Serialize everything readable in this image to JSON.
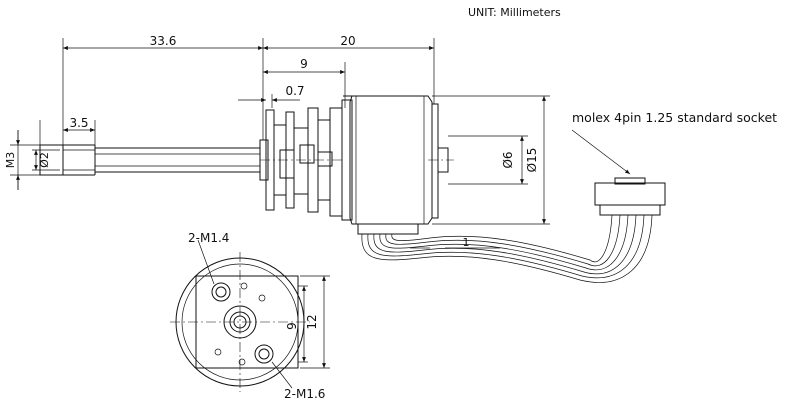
{
  "drawing": {
    "unit_note": "UNIT: Millimeters",
    "connector_note": "molex 4pin 1.25 standard socket",
    "dimensions": {
      "shaft_length": "33.6",
      "body_length": "20",
      "gearbox_length": "9",
      "gap": "0.7",
      "flat_length": "3.5",
      "thread": "M3",
      "shaft_dia": "Ø2",
      "boss_dia": "Ø6",
      "body_dia": "Ø15",
      "wire_offset": "1",
      "front_inner": "9",
      "front_outer": "12",
      "hole_top": "2-M1.4",
      "hole_bottom": "2-M1.6"
    }
  }
}
